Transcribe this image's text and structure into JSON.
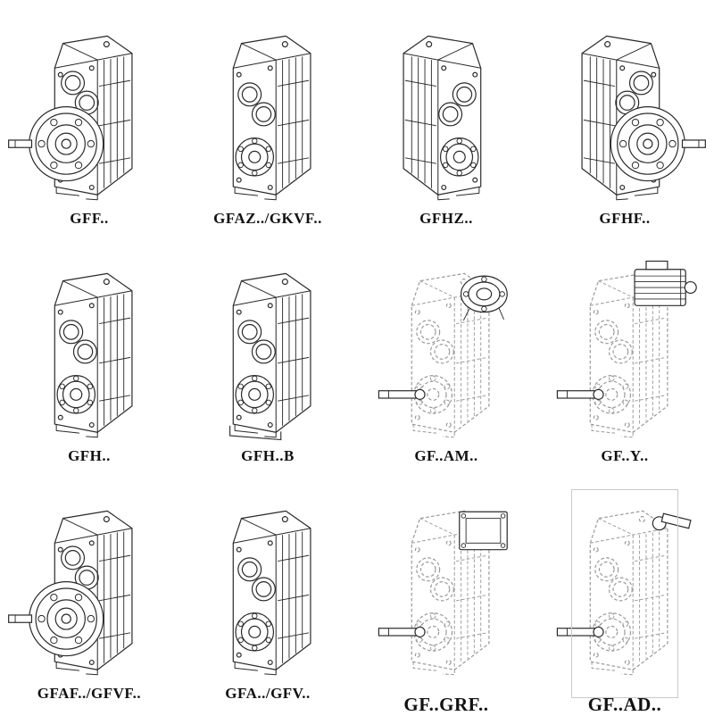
{
  "colors": {
    "line": "#2a2a2a",
    "phantom_line": "#9a9a9a",
    "background": "#ffffff"
  },
  "grid": {
    "items": [
      {
        "label": "GFF..",
        "drawing": "solid-gearbox-output-flange-left"
      },
      {
        "label": "GFAZ../GKVF..",
        "drawing": "solid-gearbox-hollow-shaft"
      },
      {
        "label": "GFHZ..",
        "drawing": "solid-gearbox-hollow-shaft-mirrored"
      },
      {
        "label": "GFHF..",
        "drawing": "solid-gearbox-output-flange-right"
      },
      {
        "label": "GFH..",
        "drawing": "solid-gearbox-hollow-shaft"
      },
      {
        "label": "GFH..B",
        "drawing": "solid-gearbox-hollow-shaft-foot-mounted"
      },
      {
        "label": "GF..AM..",
        "drawing": "phantom-gearbox-input-flange-adapter"
      },
      {
        "label": "GF..Y..",
        "drawing": "phantom-gearbox-mounted-motor"
      },
      {
        "label": "GFAF../GFVF..",
        "drawing": "solid-gearbox-output-flange-left"
      },
      {
        "label": "GFA../GFV..",
        "drawing": "solid-gearbox-hollow-shaft"
      },
      {
        "label": "GF..GRF..",
        "drawing": "phantom-gearbox-square-flange-adapter"
      },
      {
        "label": "GF..AD..",
        "drawing": "phantom-gearbox-input-shaft-stub"
      }
    ]
  }
}
